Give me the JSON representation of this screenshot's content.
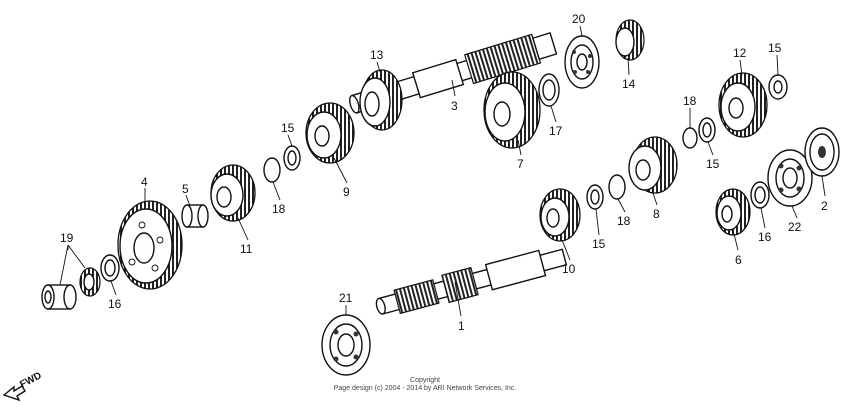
{
  "diagram": {
    "callouts": [
      "1",
      "2",
      "3",
      "4",
      "5",
      "6",
      "7",
      "8",
      "9",
      "10",
      "11",
      "12",
      "13",
      "14",
      "15",
      "15",
      "15",
      "15",
      "16",
      "16",
      "17",
      "18",
      "18",
      "18",
      "19",
      "20",
      "21",
      "22"
    ],
    "direction_label": "FWD",
    "copyright_title": "Copyright",
    "copyright_text": "Page design (c) 2004 - 2014 by ARI Network Services, Inc."
  }
}
